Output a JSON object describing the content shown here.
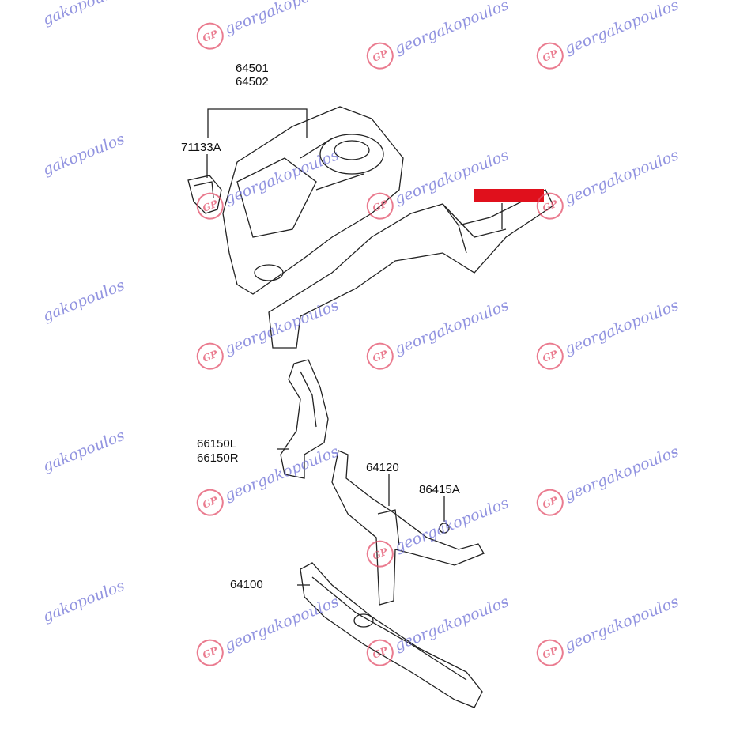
{
  "watermark": {
    "text": "georgakopoulos",
    "logo_text": "GP",
    "partial_text": "gakopoulos"
  },
  "labels": {
    "p64501": "64501",
    "p64502": "64502",
    "p71133A": "71133A",
    "p66150L": "66150L",
    "p66150R": "66150R",
    "p64120": "64120",
    "p86415A": "86415A",
    "p64100": "64100"
  },
  "colors": {
    "highlight": "#e0101c",
    "line": "#222222",
    "watermark_text": "#6d6fd6",
    "watermark_logo": "#e3506a"
  }
}
